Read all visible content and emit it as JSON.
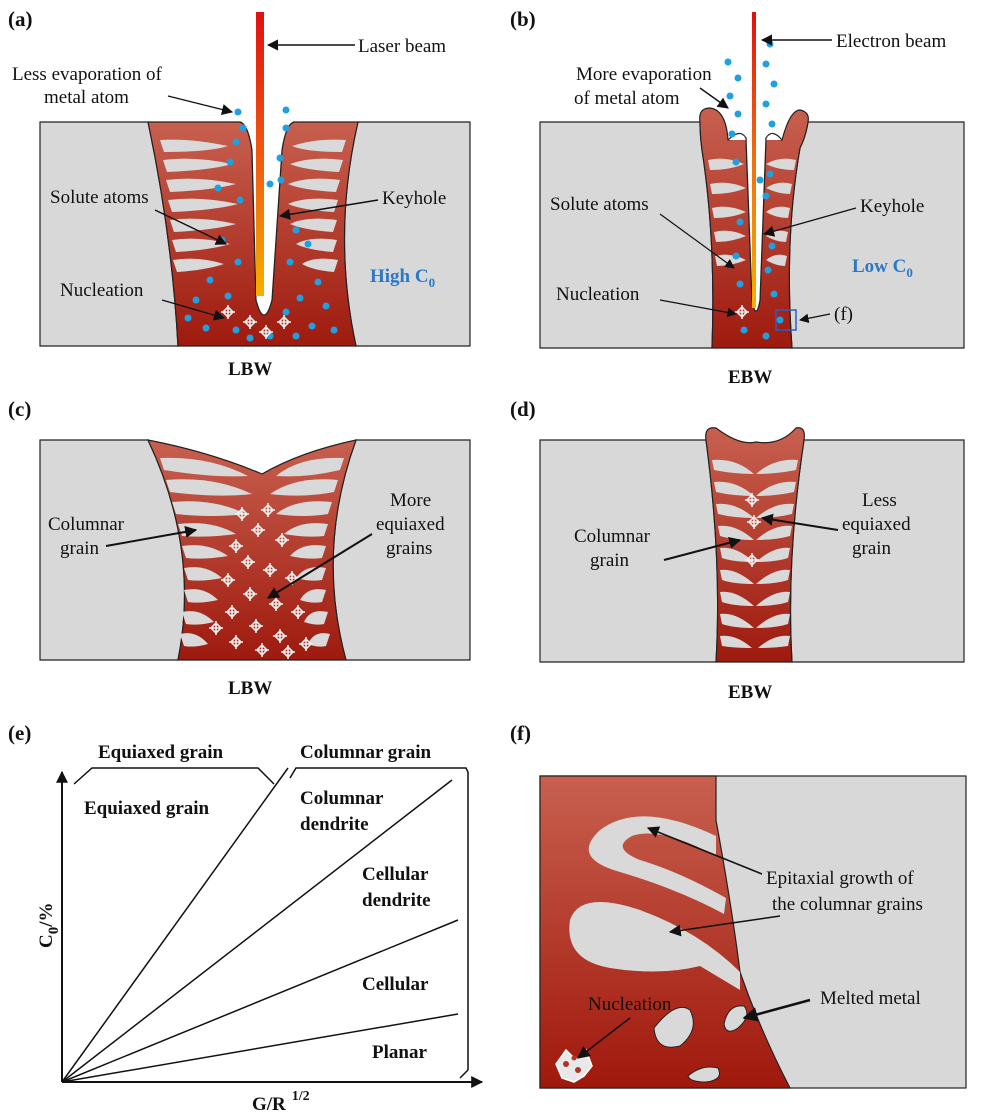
{
  "panels": {
    "a": {
      "tag": "(a)",
      "beam": "Laser beam",
      "evap": [
        "Less evaporation of",
        "metal atom"
      ],
      "solute": "Solute atoms",
      "nucleation": "Nucleation",
      "keyhole": "Keyhole",
      "c0_prefix": "High C",
      "c0_sub": "0",
      "caption": "LBW"
    },
    "b": {
      "tag": "(b)",
      "beam": "Electron beam",
      "evap": [
        "More evaporation",
        "of metal atom"
      ],
      "solute": "Solute atoms",
      "nucleation": "Nucleation",
      "keyhole": "Keyhole",
      "c0_prefix": "Low C",
      "c0_sub": "0",
      "ref": "(f)",
      "caption": "EBW"
    },
    "c": {
      "tag": "(c)",
      "columnar": [
        "Columnar",
        "grain"
      ],
      "equiaxed": [
        "More",
        "equiaxed",
        "grains"
      ],
      "caption": "LBW"
    },
    "d": {
      "tag": "(d)",
      "columnar": [
        "Columnar",
        "grain"
      ],
      "equiaxed": [
        "Less",
        "equiaxed",
        "grain"
      ],
      "caption": "EBW"
    },
    "e": {
      "tag": "(e)",
      "top_left": "Equiaxed grain",
      "top_right": "Columnar grain",
      "region_equiaxed": "Equiaxed grain",
      "region_col_dendrite": [
        "Columnar",
        "dendrite"
      ],
      "region_cell_dendrite": [
        "Cellular",
        "dendrite"
      ],
      "region_cellular": "Cellular",
      "region_planar": "Planar",
      "ylabel_main": "C",
      "ylabel_sub": "0",
      "ylabel_tail": "/%",
      "xlabel_main": "G/R",
      "xlabel_sup": "1/2"
    },
    "f": {
      "tag": "(f)",
      "epitaxial": [
        "Epitaxial growth of",
        "the columnar  grains"
      ],
      "nucleation": "Nucleation",
      "melted": "Melted metal"
    }
  },
  "colors": {
    "base_metal": "#d8d8d8",
    "weld_dark": "#9e1a0e",
    "weld_light": "#c8604f",
    "grain": "#d9d9d9",
    "solute_atom": "#1fa0e0",
    "laser_top": "#e01010",
    "laser_bottom": "#f5b000",
    "label_blue": "#2a78c8"
  }
}
